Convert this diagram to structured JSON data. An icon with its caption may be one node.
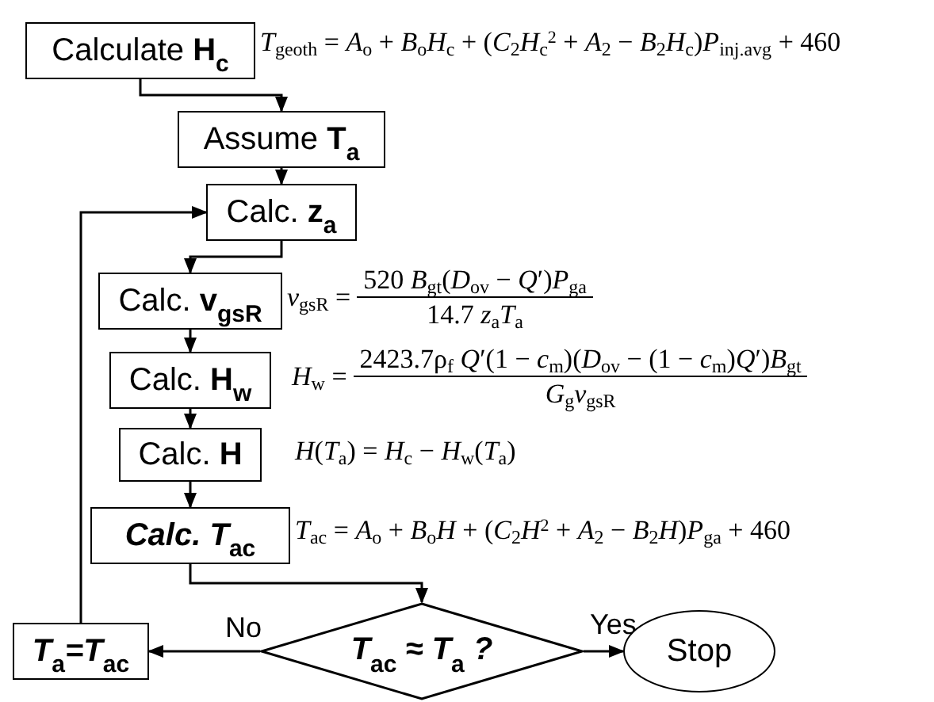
{
  "diagram": {
    "nodes": [
      {
        "text": [
          "Calculate **H$_{c}$**"
        ],
        "beside": [
          "*T*$_{geoth}$ = *A*$_{o}$ + *B*$_{o}$*H*$_{c}$ + (*C*$_{2}$*H*$_{c}$$^{2}$ + *A*$_{2}$ − *B*$_{2}$*H*$_{c}$)*P*$_{inj.avg}$ + 460"
        ]
      },
      {
        "text": [
          "Assume **T$_{a}$**"
        ]
      },
      {
        "text": [
          "Calc. **z$_{a}$**"
        ]
      },
      {
        "text": [
          "Calc. **v$_{gsR}$**"
        ],
        "beside": [
          "*v*$_{gsR}$ =",
          "520 *B*$_{gt}$(*D*$_{ov}$ − *Q*′)*P*$_{ga}$",
          "14.7 *z*$_{a}$*T*$_{a}$"
        ]
      },
      {
        "text": [
          "Calc. **H$_{w}$**"
        ],
        "beside": [
          "*H*$_{w}$ =",
          "2423.7ρ$_{f}$ *Q*′(1 − *c*$_{m}$)(*D*$_{ov}$ − (1 − *c*$_{m}$)*Q*′)*B*$_{gt}$",
          "*G*$_{g}$*v*$_{gsR}$"
        ]
      },
      {
        "text": [
          "Calc. **H**"
        ],
        "beside": [
          "*H*(*T*$_{a}$) = *H*$_{c}$ − *H*$_{w}$(*T*$_{a}$)"
        ]
      },
      {
        "text": [
          "Calc. T$_{ac}$"
        ],
        "beside": [
          "*T*$_{ac}$ = *A*$_{o}$ + *B*$_{o}$*H* + (*C*$_{2}$*H*$^{2}$ + *A*$_{2}$ − *B*$_{2}$*H*)*P*$_{ga}$ + 460"
        ]
      },
      {
        "text": [
          "T$_{ac}$ ≈ T$_{a}$ ?"
        ]
      },
      {
        "text": [
          "T$_{a}$=T$_{ac}$"
        ]
      },
      {
        "text": [
          "Stop"
        ]
      }
    ],
    "edges": [
      {
        "from": 0,
        "to": 1,
        "arrow": "to"
      },
      {
        "from": 1,
        "to": 2,
        "arrow": "to"
      },
      {
        "from": 2,
        "to": 3,
        "arrow": "to"
      },
      {
        "from": 3,
        "to": 4,
        "arrow": "to"
      },
      {
        "from": 4,
        "to": 5,
        "arrow": "to"
      },
      {
        "from": 5,
        "to": 6,
        "arrow": "to"
      },
      {
        "from": 6,
        "to": 7,
        "arrow": "to"
      },
      {
        "from": 7,
        "to": 8,
        "arrow": "to",
        "label": "No"
      },
      {
        "from": 7,
        "to": 9,
        "arrow": "to",
        "label": "Yes"
      },
      {
        "from": 8,
        "to": 2,
        "arrow": "to"
      }
    ]
  }
}
